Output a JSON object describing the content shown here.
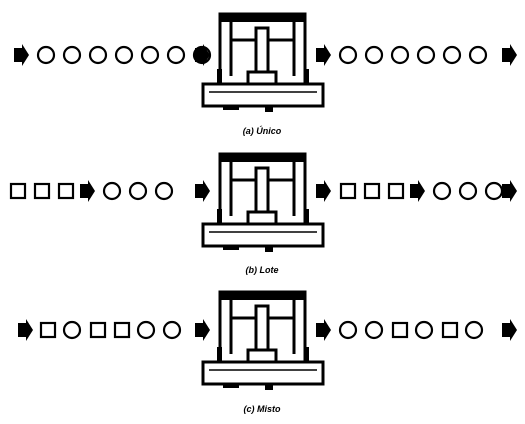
{
  "colors": {
    "ink": "#000000",
    "background": "#ffffff"
  },
  "rows": [
    {
      "caption": "(a) Único",
      "input_sequence": [
        "circle",
        "circle",
        "circle",
        "circle",
        "circle",
        "circle",
        "circle"
      ],
      "output_sequence": [
        "circle",
        "circle",
        "circle",
        "circle",
        "circle",
        "circle"
      ],
      "output_has_inner_arrow": false
    },
    {
      "caption": "(b) Lote",
      "input_sequence": [
        "square",
        "square",
        "square",
        "arrow",
        "circle",
        "circle",
        "circle"
      ],
      "output_sequence": [
        "square",
        "square",
        "square",
        "arrow",
        "circle",
        "circle",
        "circle"
      ],
      "output_has_inner_arrow": true
    },
    {
      "caption": "(c) Misto",
      "input_sequence": [
        "square",
        "circle",
        "square",
        "square",
        "circle",
        "circle"
      ],
      "output_sequence": [
        "circle",
        "circle",
        "square",
        "circle",
        "square",
        "circle"
      ],
      "output_has_inner_arrow": false
    }
  ]
}
